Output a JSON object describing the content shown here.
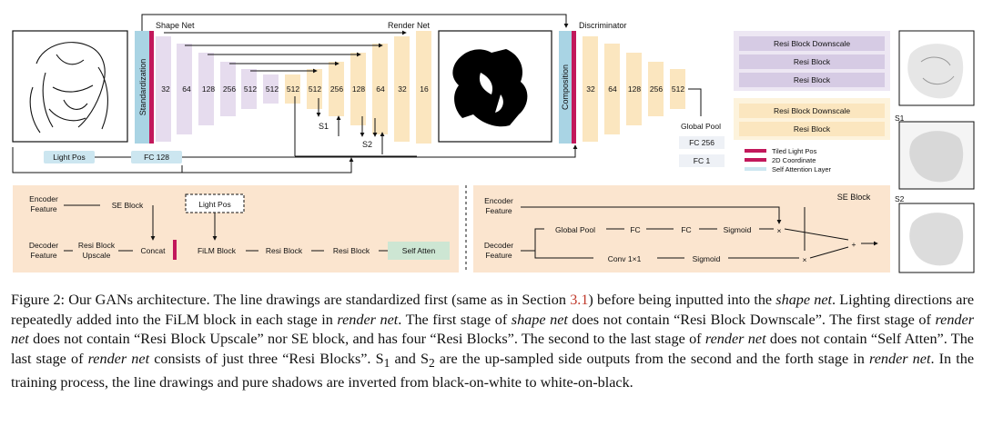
{
  "figure": {
    "shape_net_title": "Shape Net",
    "render_net_title": "Render Net",
    "discriminator_title": "Discriminator",
    "standardization_label": "Standardization",
    "composition_label": "Composition",
    "light_pos_label": "Light Pos",
    "fc128_label": "FC 128",
    "shape_channels": [
      "32",
      "64",
      "128",
      "256",
      "512",
      "512"
    ],
    "render_channels": [
      "512",
      "512",
      "256",
      "128",
      "64",
      "32",
      "16"
    ],
    "disc_channels": [
      "32",
      "64",
      "128",
      "256",
      "512"
    ],
    "s1_label": "S1",
    "s2_label": "S2",
    "global_pool_label": "Global Pool",
    "fc256_label": "FC 256",
    "fc1_label": "FC 1",
    "legend_blocks_top": [
      "Resi Block Downscale",
      "Resi Block",
      "Resi Block"
    ],
    "legend_blocks_bottom": [
      "Resi Block Downscale",
      "Resi Block"
    ],
    "legend_items": [
      "Tiled Light Pos",
      "2D Coordinate",
      "Self Attention Layer"
    ],
    "side_labels": [
      "S1",
      "S2"
    ],
    "detail": {
      "encoder_feature": [
        "Encoder",
        "Feature"
      ],
      "decoder_feature": [
        "Decoder",
        "Feature"
      ],
      "se_block": "SE Block",
      "light_pos": "Light Pos",
      "resi_block_upscale": [
        "Resi Block",
        "Upscale"
      ],
      "concat": "Concat",
      "film_block": "FiLM Block",
      "resi_block": "Resi Block",
      "self_atten": "Self Atten"
    },
    "se_detail": {
      "title": "SE Block",
      "encoder_feature": [
        "Encoder",
        "Feature"
      ],
      "decoder_feature": [
        "Decoder",
        "Feature"
      ],
      "global_pool": "Global Pool",
      "fc": "FC",
      "sigmoid": "Sigmoid",
      "conv": "Conv 1×1",
      "times": "×",
      "plus": "+"
    }
  },
  "caption": {
    "figure_label": "Figure 2:",
    "s1": "Our GANs architecture. The line drawings are standardized first (same as in Section ",
    "section_ref": "3.1",
    "s2": ") before being inputted into the ",
    "shape_net": "shape net",
    "s3": ". Lighting directions are repeatedly added into the FiLM block in each stage in ",
    "render_net_1": "render net",
    "s4": ". The first stage of ",
    "shape_net_2": "shape net",
    "s5": " does not contain “Resi Block Downscale”. The first stage of ",
    "render_net_2": "render net",
    "s6": " does not contain “Resi Block Upscale” nor SE block, and has four “Resi Blocks”. The second to the last stage of ",
    "render_net_3": "render net",
    "s7": " does not contain “Self Atten”. The last stage of ",
    "render_net_4": "render net",
    "s8": " consists of just three “Resi Blocks”. S",
    "s9": " and S",
    "s10": " are the up-sampled side outputs from the second and the forth stage in ",
    "render_net_5": "render net",
    "s11": ". In the training process, the line drawings and pure shadows are inverted from black-on-white to white-on-black."
  }
}
